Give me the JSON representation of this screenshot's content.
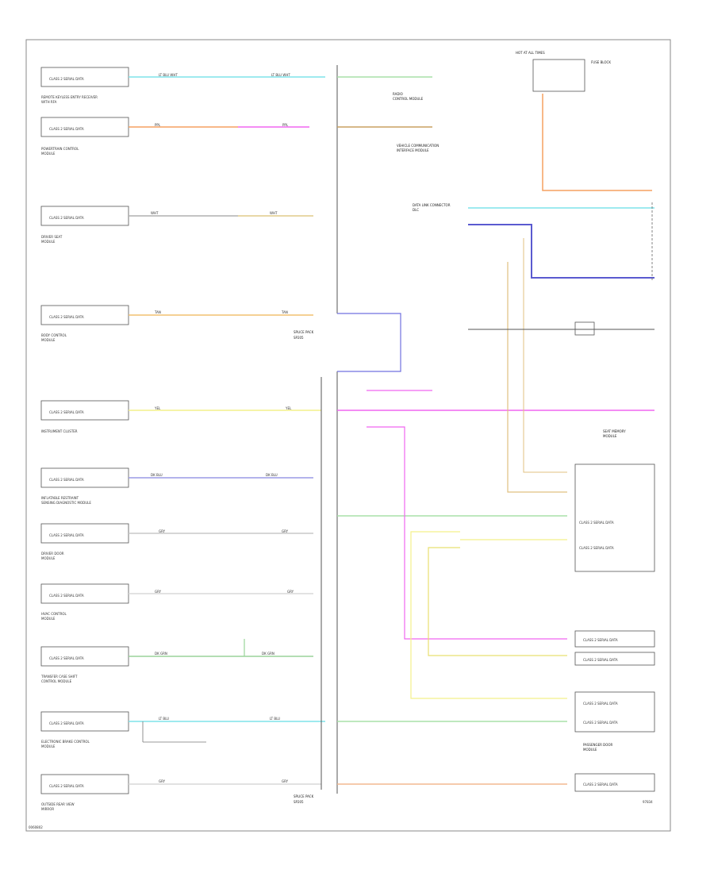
{
  "diagram": {
    "figure_id": "97834",
    "footer_code": "0060802",
    "module_label": "CLASS 2 SERIAL DATA",
    "left_modules": [
      {
        "name": "REMOTE KEYLESS ENTRY RECEIVER",
        "text": "WITH RFA",
        "wire": "LT BLU WHT"
      },
      {
        "name": "POWERTRAIN CONTROL",
        "text": "MODULE",
        "wire": "PPL"
      },
      {
        "name": "DRIVER SEAT",
        "text": "MODULE",
        "wire": "WHT"
      },
      {
        "name": "BODY CONTROL",
        "text": "MODULE",
        "wire": "TAN"
      },
      {
        "name": "INSTRUMENT CLUSTER",
        "text": "",
        "wire": "YEL"
      },
      {
        "name": "INFLATABLE RESTRAINT",
        "text": "SENSING DIAGNOSTIC MODULE",
        "wire": "DK BLU"
      },
      {
        "name": "DRIVER DOOR",
        "text": "MODULE",
        "wire": "GRY"
      },
      {
        "name": "HVAC CONTROL",
        "text": "MODULE",
        "wire": "GRY"
      },
      {
        "name": "TRANSFER CASE SHIFT",
        "text": "CONTROL MODULE",
        "wire": "DK GRN"
      },
      {
        "name": "ELECTRONIC BRAKE CONTROL",
        "text": "MODULE",
        "wire": "LT BLU"
      },
      {
        "name": "OUTSIDE REAR VIEW",
        "text": "MIRROR",
        "wire": "GRY"
      }
    ],
    "right_modules": [
      {
        "name": "RADIO",
        "text": "CONTROL MODULE"
      },
      {
        "name": "VEHICLE COMMUNICATION",
        "text": "INTERFACE MODULE"
      },
      {
        "name": "DATA LINK CONNECTOR",
        "text": "DLC"
      },
      {
        "name": "PASSENGER DOOR",
        "text": "MODULE"
      },
      {
        "name": "SEAT MEMORY",
        "text": "MODULE"
      }
    ],
    "splice": {
      "name": "SPLICE PACK",
      "text": "SP205"
    },
    "fuse": {
      "name": "HOT AT ALL TIMES",
      "text": "FUSE BLOCK"
    }
  }
}
